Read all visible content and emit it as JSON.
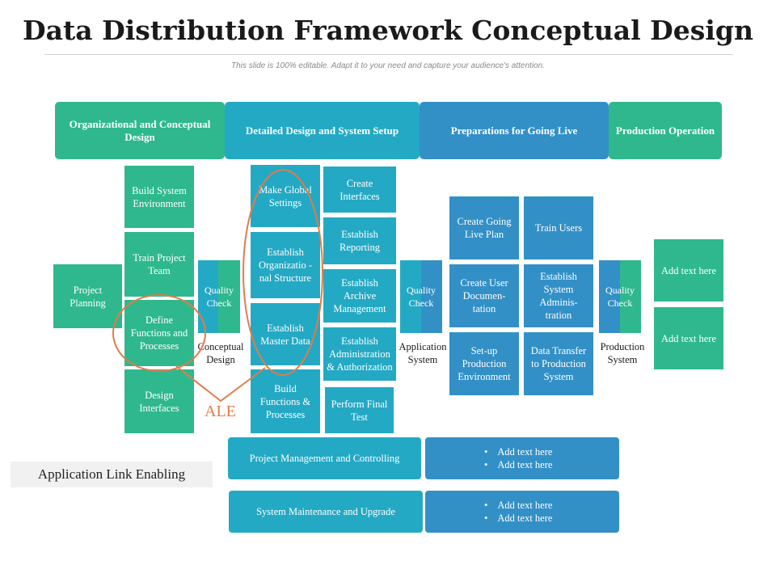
{
  "title": "Data Distribution Framework Conceptual Design",
  "subtitle": "This slide is 100% editable. Adapt it to your need and capture your audience's attention.",
  "headers": [
    "Organizational and Conceptual Design",
    "Detailed Design and System Setup",
    "Preparations for Going Live",
    "Production Operation"
  ],
  "phase1": {
    "project_planning": "Project Planning",
    "steps": [
      "Build System Environment",
      "Train Project Team",
      "Define Functions and Processes",
      "Design Interfaces"
    ]
  },
  "phase2": {
    "left": [
      "Make Global Settings",
      "Establish Organizatio -nal Structure",
      "Establish Master Data",
      "Build Functions & Processes"
    ],
    "right": [
      "Create Interfaces",
      "Establish Reporting",
      "Establish Archive Management",
      "Establish Administration & Authorization",
      "Perform Final Test"
    ]
  },
  "phase3": {
    "left": [
      "Create Going Live Plan",
      "Create User Documen- tation",
      "Set-up Production Environment"
    ],
    "right": [
      "Train Users",
      "Establish System Adminis- tration",
      "Data Transfer to Production System"
    ]
  },
  "phase4": [
    "Add text here",
    "Add text here"
  ],
  "quality_checks": [
    {
      "label": "Quality Check",
      "caption": "Conceptual Design"
    },
    {
      "label": "Quality Check",
      "caption": "Application System"
    },
    {
      "label": "Quality Check",
      "caption": "Production System"
    }
  ],
  "ale": {
    "abbr": "ALE",
    "full": "Application Link Enabling"
  },
  "bottom_rows": [
    {
      "label": "Project Management and Controlling",
      "bullets": [
        "Add text here",
        "Add text here"
      ]
    },
    {
      "label": "System Maintenance and Upgrade",
      "bullets": [
        "Add text here",
        "Add text here"
      ]
    }
  ],
  "colors": {
    "green": "#2fb88d",
    "teal": "#24a9c4",
    "blue": "#3390c7",
    "orange_annotation": "#e27b48"
  }
}
